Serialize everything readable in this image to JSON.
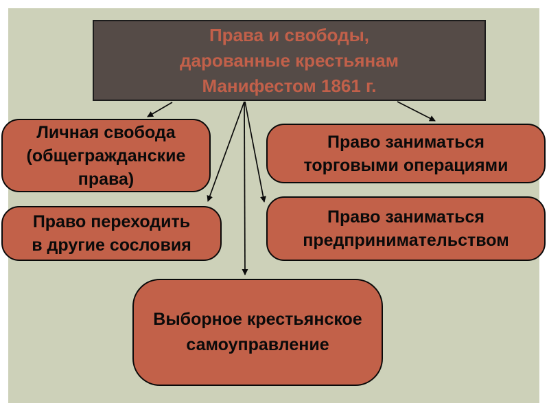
{
  "colors": {
    "page_background": "#ffffff",
    "slide_background": "#cdd1b9",
    "title_fill": "#554b47",
    "title_border": "#1c1c1c",
    "title_text": "#c2604a",
    "node_fill": "#c26149",
    "node_border": "#0a0a0a",
    "node_text": "#0a0a0a",
    "arrow": "#0a0a0a"
  },
  "title": {
    "text": "Права и свободы, дарованные крестьянам Манифестом 1861 г.",
    "lines": [
      "Права и свободы,",
      "дарованные крестьянам",
      "Манифестом 1861 г."
    ]
  },
  "nodes": [
    {
      "text": "Личная свобода (общегражданские права)",
      "lines": [
        "Личная свобода",
        "(общегражданские",
        "права)"
      ]
    },
    {
      "text": "Право переходить в другие сословия",
      "lines": [
        "Право переходить",
        "в другие сословия"
      ]
    },
    {
      "text": "Право заниматься торговыми операциями",
      "lines": [
        "Право заниматься",
        "торговыми операциями"
      ]
    },
    {
      "text": "Право заниматься предпринимательством",
      "lines": [
        "Право заниматься",
        "предпринимательством"
      ]
    },
    {
      "text": "Выборное крестьянское самоуправление",
      "lines": [
        "Выборное крестьянское",
        "самоуправление"
      ]
    }
  ]
}
